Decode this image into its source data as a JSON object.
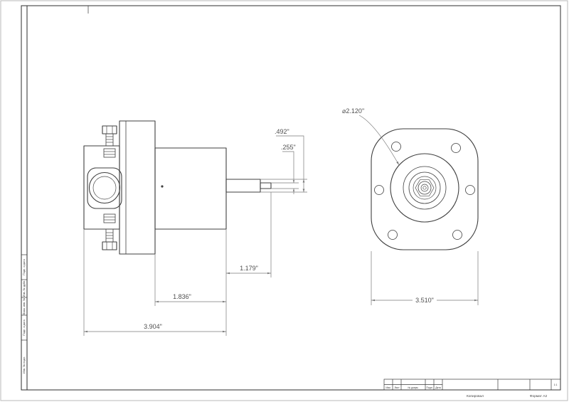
{
  "drawing": {
    "views": {
      "side": {
        "dims": {
          "shaft_dia": ".492\"",
          "shaft_tip_dia": ".255\"",
          "shaft_length": "1.179\"",
          "body_length": "1.836\"",
          "overall_length": "3.904\""
        }
      },
      "front": {
        "dims": {
          "boss_diameter": "⌀2.120\"",
          "flange_width": "3.510\""
        }
      }
    },
    "frame": {
      "left_labels": [
        "Подп. и дата",
        "Инв. № дубл.",
        "Взам. инв. №",
        "Подп. и дата",
        "Инв. № подл."
      ],
      "title_block": {
        "headers": [
          "Изм.",
          "Лист",
          "№ докум.",
          "Подп.",
          "Дата"
        ],
        "scale_label": "1:1",
        "below_left": "Копировал",
        "below_right": "Формат А2"
      }
    }
  }
}
